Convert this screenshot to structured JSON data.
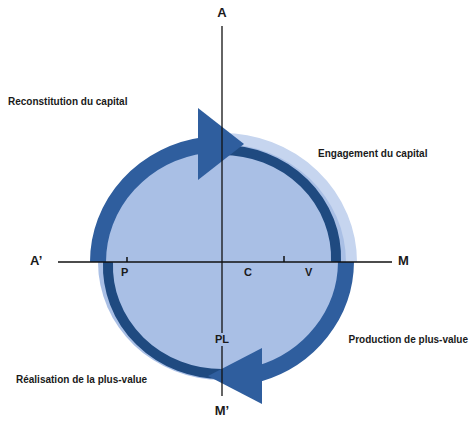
{
  "diagram": {
    "labels": [
      "A",
      "M",
      "M’",
      "A’",
      "Reconstitution du capital",
      "Engagement du capital",
      "Production de plus-value",
      "Réalisation de la plus-value",
      "P",
      "C",
      "V",
      "PL"
    ]
  }
}
